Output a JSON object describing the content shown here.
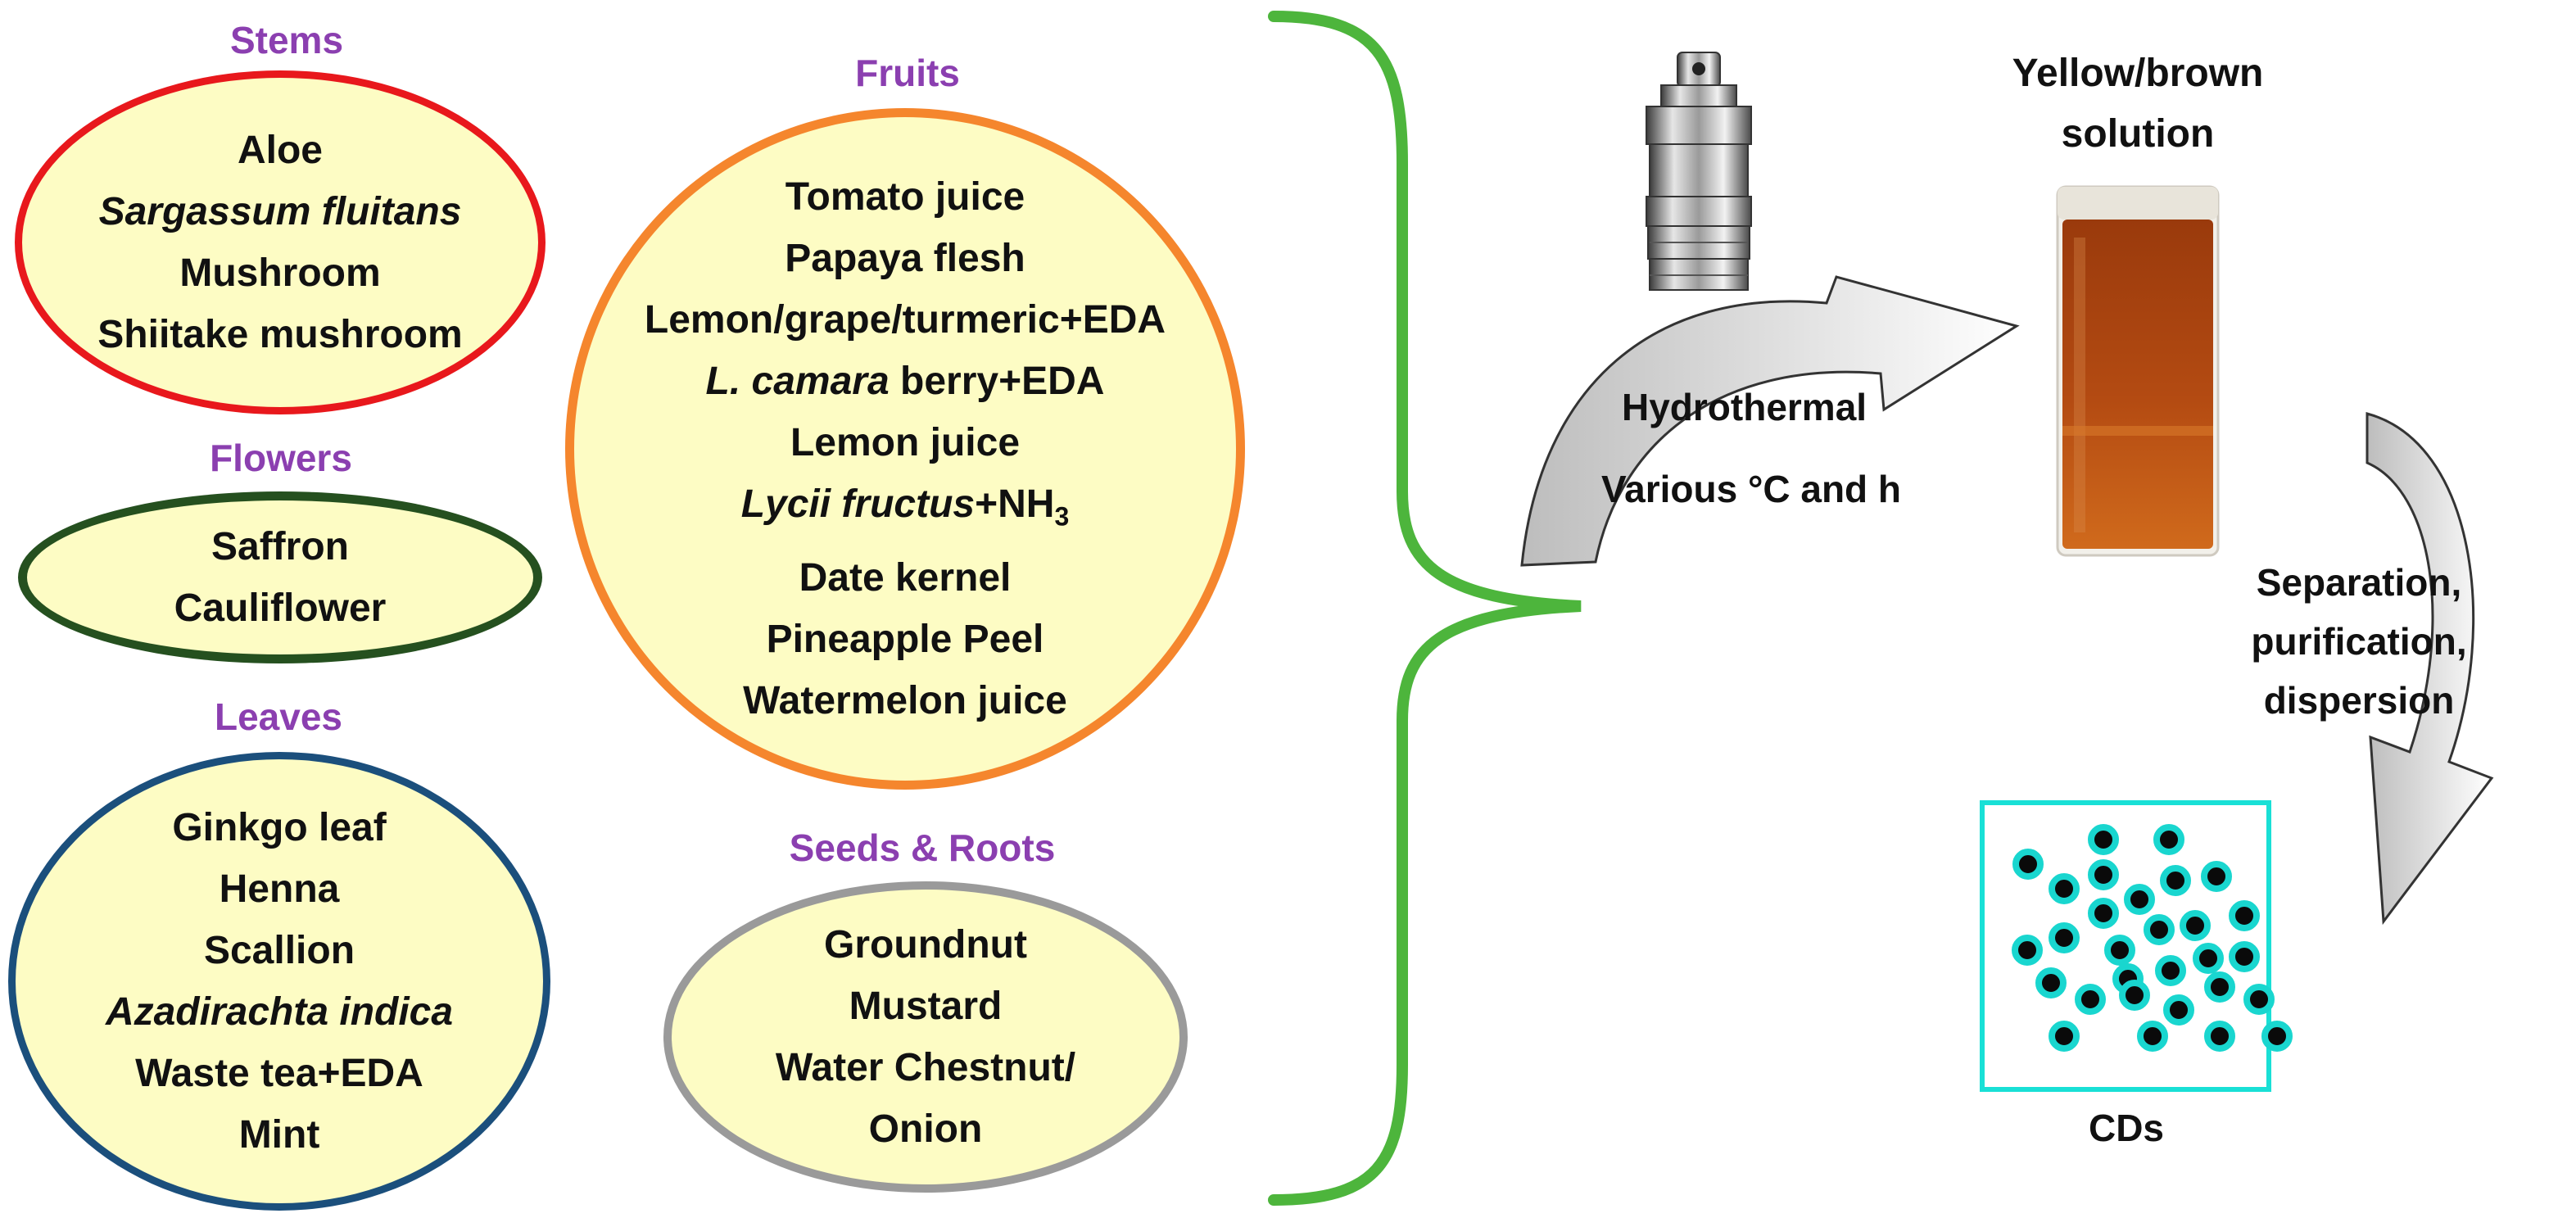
{
  "categories": {
    "stems": {
      "title": "Stems",
      "items": [
        "Aloe",
        "Sargassum fluitans",
        "Mushroom",
        "Shiitake mushroom"
      ],
      "border_color": "#e8181c"
    },
    "flowers": {
      "title": "Flowers",
      "items": [
        "Saffron",
        "Cauliflower"
      ],
      "border_color": "#25501f"
    },
    "leaves": {
      "title": "Leaves",
      "items": [
        "Ginkgo leaf",
        "Henna",
        "Scallion",
        "Azadirachta indica",
        "Waste tea+EDA",
        "Mint"
      ],
      "border_color": "#1b4f7c"
    },
    "fruits": {
      "title": "Fruits",
      "items": [
        "Tomato juice",
        "Papaya flesh",
        "Lemon/grape/turmeric+EDA",
        "berry+EDA",
        "Lemon juice",
        "+NH",
        "Date kernel",
        "Pineapple Peel",
        "Watermelon juice"
      ],
      "italic_parts": {
        "camara": "L. camara",
        "lycii": "Lycii fructus"
      },
      "subscript": "3",
      "border_color": "#f5862d"
    },
    "seeds_roots": {
      "title": "Seeds & Roots",
      "items": [
        "Groundnut",
        "Mustard",
        "Water Chestnut/",
        "Onion"
      ],
      "border_color": "#9a9a9a"
    }
  },
  "process": {
    "hydrothermal": "Hydrothermal",
    "conditions": "Various °C and h",
    "solution_label_line1": "Yellow/brown",
    "solution_label_line2": "solution",
    "separation_line1": "Separation,",
    "separation_line2": "purification,",
    "separation_line3": "dispersion",
    "product": "CDs"
  },
  "colors": {
    "category_title": "#8b3fb0",
    "ellipse_fill": "#fdfcc4",
    "brace": "#4db53c",
    "dot_ring": "#19d6cf",
    "box_border": "#19e0d6",
    "solution": "#b24a10"
  }
}
